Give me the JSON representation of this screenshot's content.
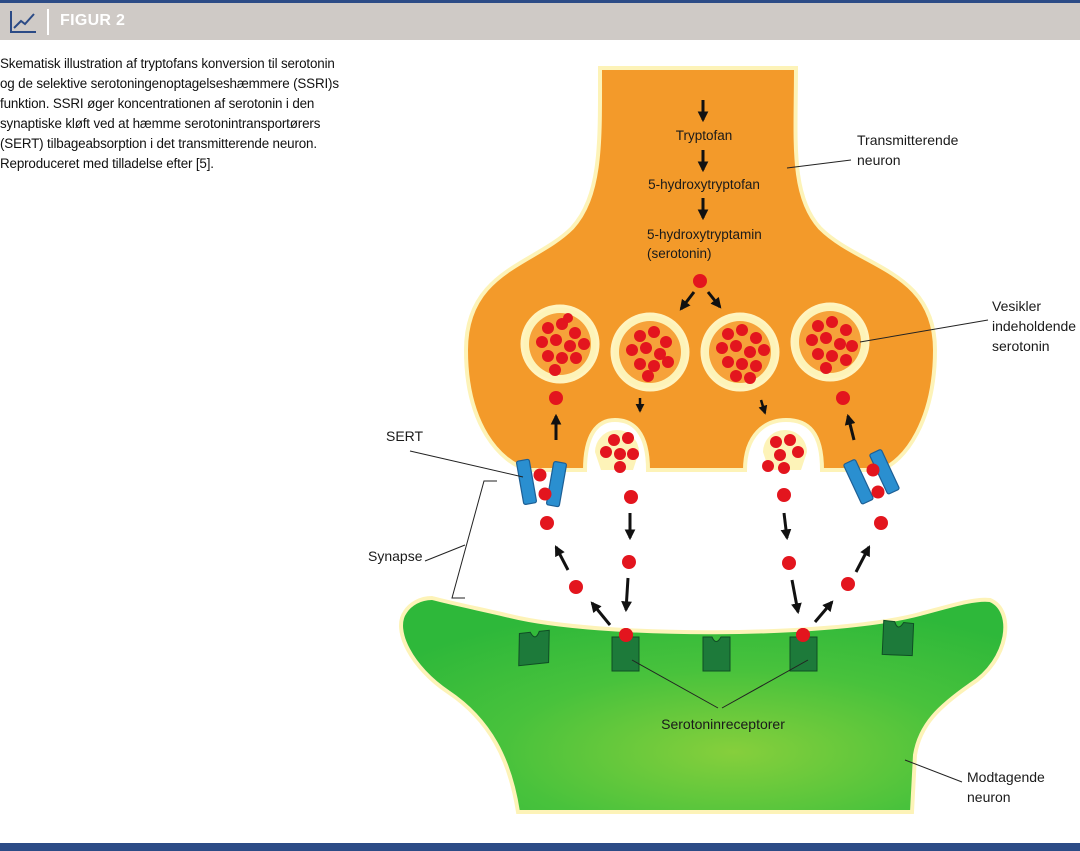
{
  "header": {
    "title": "FIGUR 2",
    "icon": "line-chart-icon"
  },
  "caption": {
    "text": "Skematisk illustration af tryptofans konversion til serotonin og de selektive serotoningenoptagelseshæmmere (SSRI)s funktion. SSRI øger koncentrationen af serotonin i den synaptiske kløft ved at hæmme serotonintransportørers (SERT) tilbageabsorption i det transmitterende neuron.",
    "credit": "Reproduceret med tilladelse efter [5]."
  },
  "diagram": {
    "pathway": {
      "step1": "Tryptofan",
      "step2": "5-hydroxytryptofan",
      "step3_line1": "5-hydroxytryptamin",
      "step3_line2": "(serotonin)"
    },
    "labels": {
      "transmitting_line1": "Transmitterende",
      "transmitting_line2": "neuron",
      "vesicles_line1": "Vesikler",
      "vesicles_line2": "indeholdende",
      "vesicles_line3": "serotonin",
      "sert": "SERT",
      "synapse": "Synapse",
      "receptors": "Serotoninreceptorer",
      "receiving_line1": "Modtagende",
      "receiving_line2": "neuron"
    },
    "colors": {
      "header": "#cfcac6",
      "accent": "#2c4b86",
      "neuron_orange": "#f39a2a",
      "neuron_green": "#3cbf3c",
      "serotonin": "#e3151e",
      "sert": "#2a8fd0",
      "receptor": "#1d7a3a"
    }
  }
}
